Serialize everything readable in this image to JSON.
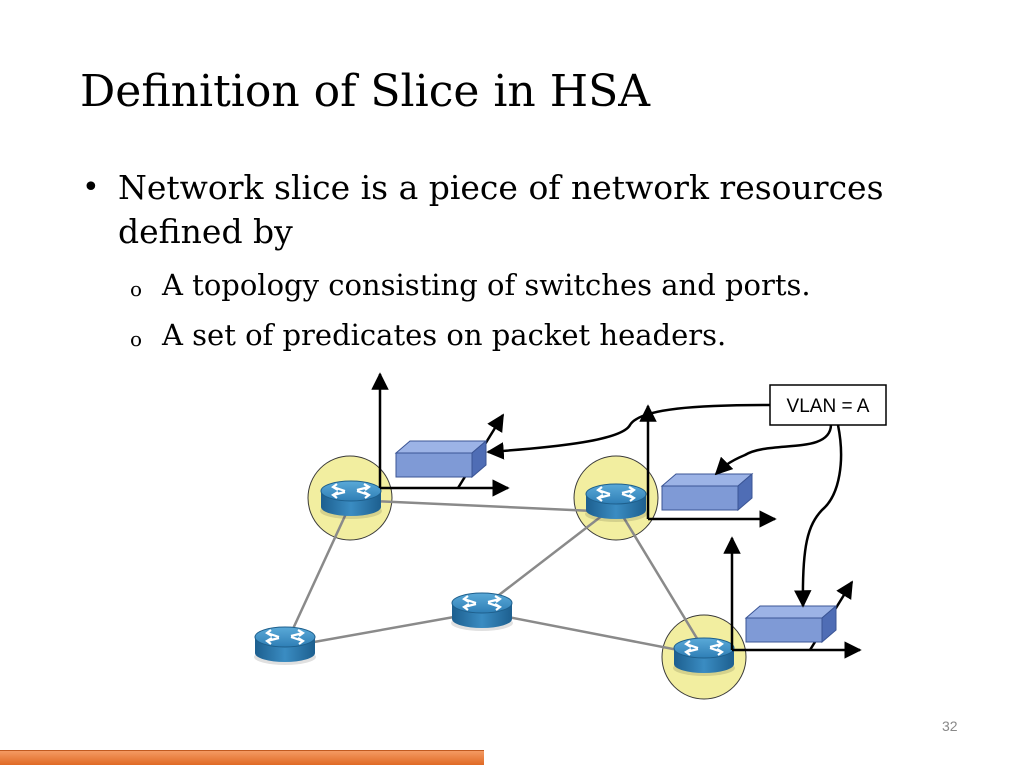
{
  "slide": {
    "title": "Definition of Slice in HSA",
    "bullet_main": "Network slice is a piece of network resources defined by",
    "sub_bullets": [
      "A topology consisting of switches and ports.",
      "A set of predicates on packet headers."
    ],
    "vlan_label": "VLAN = A",
    "page_number": "32"
  },
  "colors": {
    "router_fill": "#2e7bb0",
    "highlight_circle": "#f2eea0",
    "packet_box": "#7f9ad6",
    "bottom_bar": "#ef7f3c"
  },
  "icons": [
    "router-icon",
    "packet-header-icon",
    "bullet-dot-icon",
    "sub-bullet-circle-icon"
  ]
}
